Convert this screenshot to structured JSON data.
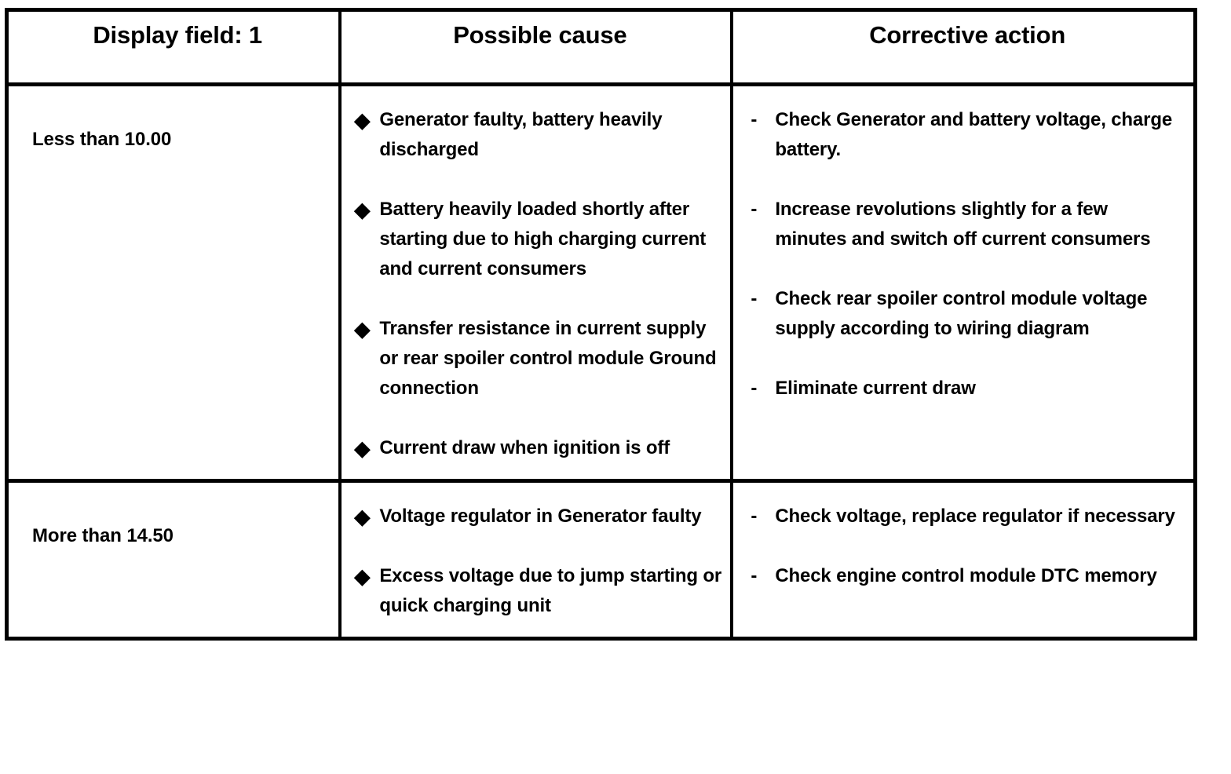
{
  "table": {
    "headers": [
      {
        "key": "field",
        "label": "Display field: 1"
      },
      {
        "key": "cause",
        "label": "Possible cause"
      },
      {
        "key": "action",
        "label": "Corrective action"
      }
    ],
    "markers": {
      "cause_bullet": "diamond-bullet",
      "cause_bullet_glyph": "◆",
      "action_bullet": "dash-bullet",
      "action_bullet_glyph": "-"
    },
    "rows": [
      {
        "field": "Less than 10.00",
        "causes": [
          "Generator faulty, battery heavily discharged",
          "Battery heavily loaded shortly after starting due to high charging current and current consumers",
          "Transfer resistance in current supply or rear spoiler control module Ground connection",
          "Current draw when ignition is off"
        ],
        "actions": [
          "Check Generator and battery voltage, charge battery.",
          "Increase revolutions slightly for a few minutes and switch off current consumers",
          "Check rear spoiler control module voltage supply according to wiring diagram",
          "Eliminate current draw"
        ]
      },
      {
        "field": "More than 14.50",
        "causes": [
          "Voltage regulator in Generator faulty",
          "Excess voltage due to jump starting or quick charging unit"
        ],
        "actions": [
          "Check voltage, replace regulator if necessary",
          "Check engine control module DTC memory"
        ]
      }
    ]
  },
  "colors": {
    "background": "#ffffff",
    "text": "#000000",
    "border": "#000000"
  }
}
